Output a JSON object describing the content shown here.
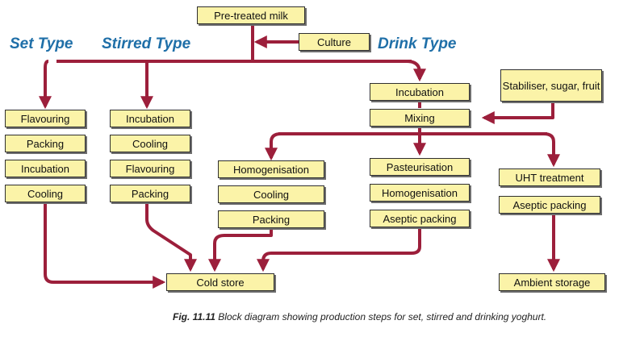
{
  "headings": {
    "set": "Set Type",
    "stirred": "Stirred Type",
    "drink": "Drink Type"
  },
  "nodes": {
    "milk": "Pre-treated milk",
    "culture": "Culture",
    "stabiliser": "Stabiliser, sugar, fruit",
    "set": [
      "Flavouring",
      "Packing",
      "Incubation",
      "Cooling"
    ],
    "stirred": [
      "Incubation",
      "Cooling",
      "Flavouring",
      "Packing"
    ],
    "drink_top": [
      "Incubation",
      "Mixing"
    ],
    "homog_branch": [
      "Homogenisation",
      "Cooling",
      "Packing"
    ],
    "past_branch": [
      "Pasteurisation",
      "Homogenisation",
      "Aseptic packing"
    ],
    "uht_branch": [
      "UHT treatment",
      "Aseptic packing"
    ],
    "cold_store": "Cold store",
    "ambient_storage": "Ambient storage"
  },
  "caption": {
    "label": "Fig. 11.11",
    "text": " Block diagram showing production steps for set, stirred and drinking yoghurt."
  },
  "colors": {
    "arrow": "#9c1f3b",
    "box_fill": "#fbf3a8",
    "heading": "#1f6fa8"
  }
}
